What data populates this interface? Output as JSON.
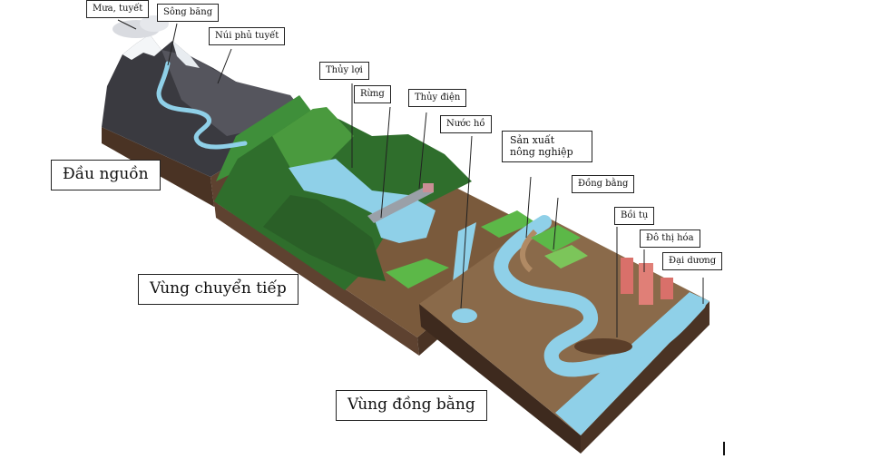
{
  "zones": {
    "headwaters": "Đầu nguồn",
    "transition": "Vùng chuyển tiếp",
    "delta": "Vùng đồng bằng"
  },
  "labels": {
    "rain_snow": "Mưa, tuyết",
    "glacier": "Sông băng",
    "snow_mountain": "Núi phủ tuyết",
    "irrigation": "Thủy lợi",
    "forest": "Rừng",
    "hydropower": "Thủy điện",
    "lake_water": "Nước hồ",
    "agriculture_line1": "Sản xuất",
    "agriculture_line2": "nông nghiệp",
    "plain": "Đồng bằng",
    "sediment": "Bồi tụ",
    "urbanization": "Đô thị hóa",
    "ocean": "Đại dương"
  },
  "colors": {
    "soil_dark": "#4a3324",
    "soil_brown": "#7a5a3c",
    "grass_green": "#3f8f3a",
    "forest_green": "#2f6e2c",
    "water_blue": "#8fd0e8",
    "rock_dark": "#3a3a40",
    "snow": "#f4f6f8"
  }
}
